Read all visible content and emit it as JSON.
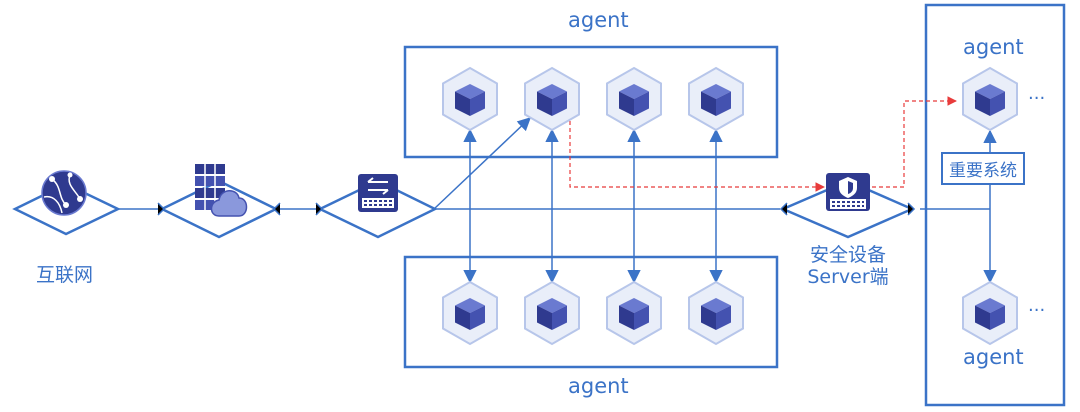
{
  "nodes": {
    "internet": {
      "label": "互联网",
      "icon": "globe-icon"
    },
    "firewall": {
      "icon": "firewall-cloud-icon"
    },
    "switch": {
      "icon": "switch-icon"
    },
    "security_device": {
      "label_line1": "安全设备",
      "label_line2": "Server端",
      "icon": "shield-server-icon"
    }
  },
  "groups": {
    "top": {
      "label": "agent",
      "agent_count": 4
    },
    "bottom": {
      "label": "agent",
      "agent_count": 4
    },
    "right": {
      "top_label": "agent",
      "bottom_label": "agent",
      "important_system": "重要系统",
      "ellipsis": "..."
    }
  },
  "colors": {
    "line": "#3b73c7",
    "diamond_fill": "#ffffff",
    "cube_dark": "#2f3a8f",
    "cube_mid": "#4452b0",
    "cube_light": "#6a7ad0",
    "hex_fill": "#e9eef9",
    "red_dashed": "#e83b3b"
  }
}
